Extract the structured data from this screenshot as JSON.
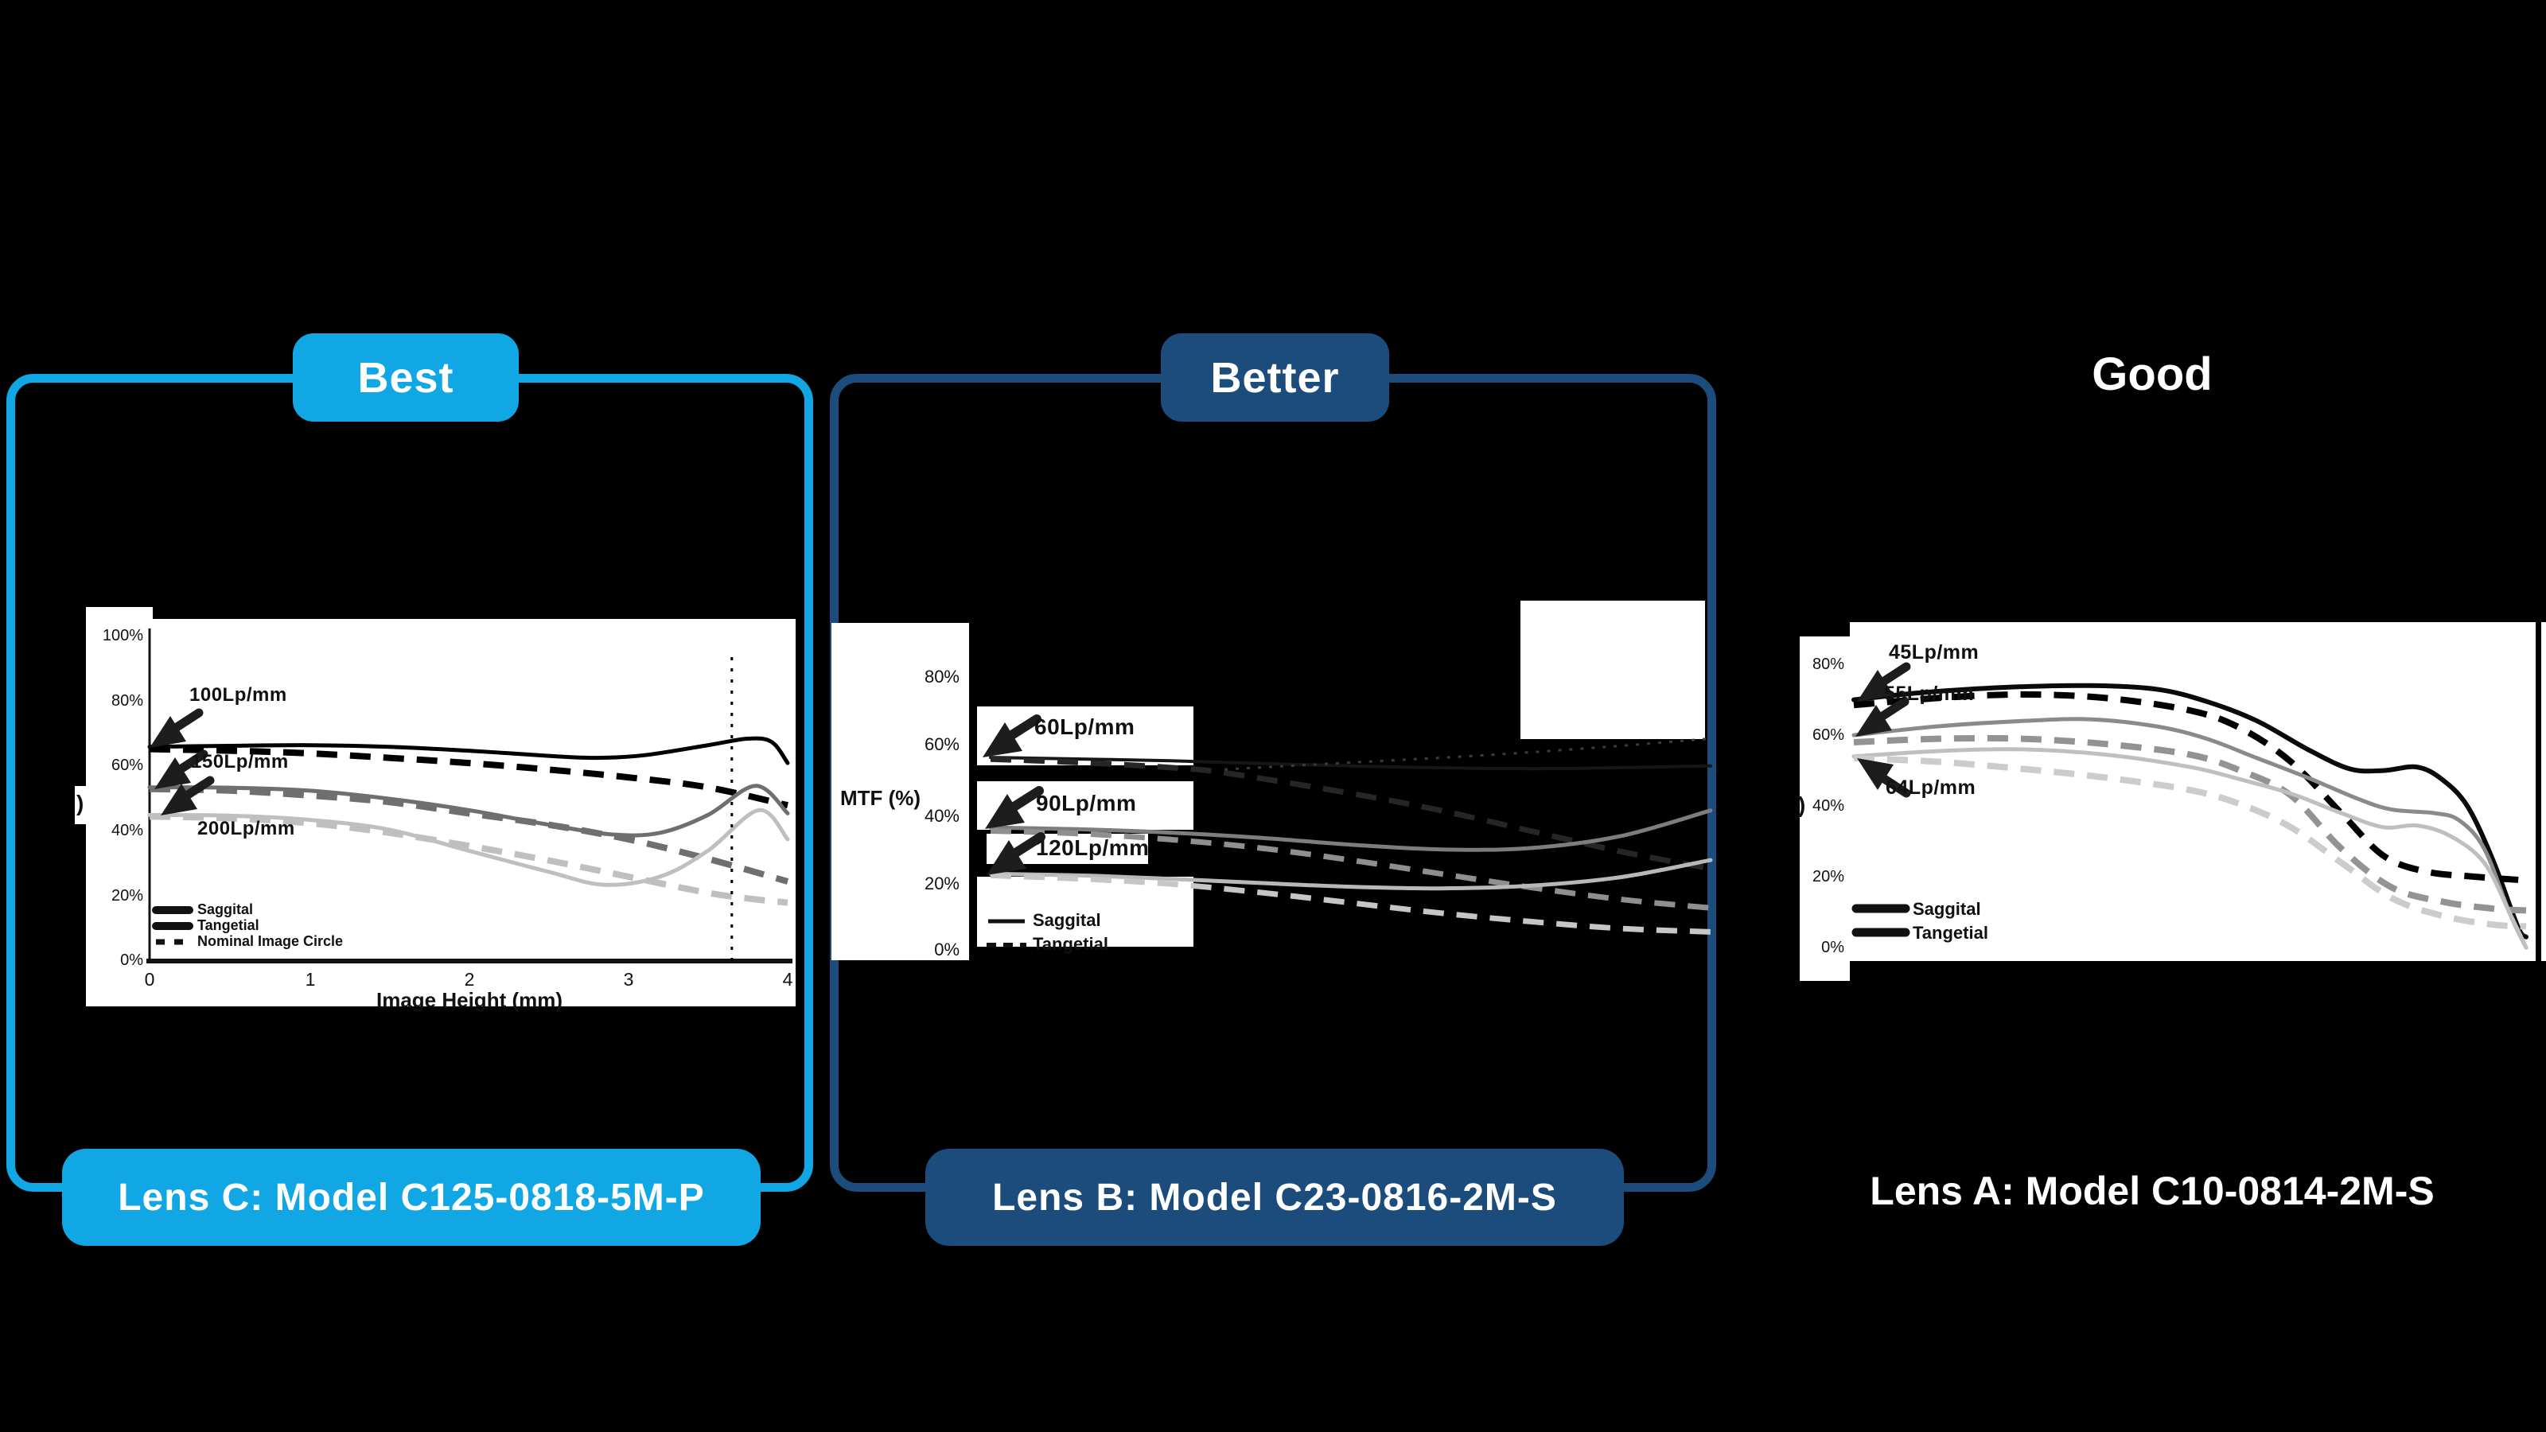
{
  "colors": {
    "light_blue": "#10A7E4",
    "navy": "#1C4C7C",
    "black": "#000000",
    "white": "#ffffff"
  },
  "groups": {
    "best": {
      "badge": "Best",
      "pill": "Lens C: Model C125-0818-5M-P"
    },
    "better": {
      "badge": "Better",
      "pill": "Lens B: Model C23-0816-2M-S"
    },
    "good": {
      "title": "Good",
      "caption": "Lens A: Model C10-0814-2M-S"
    }
  },
  "chart_data": [
    {
      "id": "lens_c_mtf",
      "type": "line",
      "title": "",
      "xlabel": "Image Height (mm)",
      "ylabel_fragment": ")",
      "x_range": [
        0,
        4
      ],
      "ylim": [
        0,
        100
      ],
      "grid": false,
      "legend_position": "lower-left",
      "yticks": [
        "100%",
        "80%",
        "60%",
        "40%",
        "20%",
        "0%"
      ],
      "xticks": [
        "0",
        "1",
        "2",
        "3",
        "4"
      ],
      "annotations": [
        "100Lp/mm",
        "150Lp/mm",
        "200Lp/mm"
      ],
      "legend": [
        "Saggital",
        "Tangetial",
        "Nominal Image Circle"
      ],
      "series": [
        {
          "name": "100Lp/mm Saggital",
          "color": "#000000",
          "dash": "solid",
          "width": 5,
          "x": [
            0,
            0.5,
            1,
            1.5,
            2,
            2.5,
            2.8,
            3.1,
            3.5,
            3.75,
            3.9,
            4
          ],
          "y": [
            66,
            66.3,
            66.5,
            66,
            64.8,
            63.2,
            62.6,
            63.4,
            66.5,
            68.5,
            67.5,
            61
          ]
        },
        {
          "name": "100Lp/mm Tangetial",
          "color": "#000000",
          "dash": "dashed",
          "width": 8,
          "x": [
            0,
            0.5,
            1,
            1.5,
            2,
            2.5,
            3,
            3.5,
            4
          ],
          "y": [
            65.3,
            64.8,
            64,
            62.6,
            61,
            59,
            56.6,
            53.5,
            48
          ]
        },
        {
          "name": "150Lp/mm Saggital",
          "color": "#6f6f6f",
          "dash": "solid",
          "width": 5,
          "x": [
            0,
            0.5,
            1,
            1.5,
            2,
            2.5,
            2.9,
            3.2,
            3.5,
            3.8,
            4
          ],
          "y": [
            53.5,
            53.4,
            52.5,
            50,
            46.5,
            42,
            39,
            39.5,
            45,
            54,
            45.5
          ]
        },
        {
          "name": "150Lp/mm Tangetial",
          "color": "#6f6f6f",
          "dash": "dashed",
          "width": 8,
          "x": [
            0,
            0.5,
            1,
            1.5,
            2,
            2.5,
            3,
            3.5,
            4
          ],
          "y": [
            53,
            52.5,
            51,
            49,
            45.5,
            42,
            37.5,
            31.5,
            24.5
          ]
        },
        {
          "name": "200Lp/mm Saggital",
          "color": "#bfbfbf",
          "dash": "solid",
          "width": 5,
          "x": [
            0,
            0.5,
            1,
            1.5,
            2,
            2.5,
            2.85,
            3.2,
            3.5,
            3.82,
            4
          ],
          "y": [
            45,
            44.8,
            43.5,
            40.5,
            34,
            27.5,
            23.5,
            26,
            34,
            46.5,
            37.5
          ]
        },
        {
          "name": "200Lp/mm Tangetial",
          "color": "#bfbfbf",
          "dash": "dashed",
          "width": 8,
          "x": [
            0,
            0.5,
            1,
            1.5,
            2,
            2.5,
            3,
            3.5,
            3.8,
            4
          ],
          "y": [
            44.5,
            44,
            42.5,
            39.5,
            35.5,
            31,
            26,
            21,
            19,
            18
          ]
        },
        {
          "name": "Nominal Image Circle",
          "color": "#000000",
          "dash": "dotted",
          "width": 3,
          "x": [
            3.65,
            3.65
          ],
          "y": [
            0,
            96
          ]
        }
      ]
    },
    {
      "id": "lens_b_mtf",
      "type": "line",
      "title": "",
      "xlabel": "",
      "ylabel": "MTF (%)",
      "x_range": [
        0,
        4
      ],
      "ylim": [
        0,
        100
      ],
      "grid": false,
      "legend_position": "lower-left",
      "yticks": [
        "80%",
        "60%",
        "40%",
        "20%",
        "0%"
      ],
      "annotations": [
        "60Lp/mm",
        "90Lp/mm",
        "120Lp/mm"
      ],
      "legend": [
        "Saggital",
        "Tangetial"
      ],
      "series": [
        {
          "name": "60Lp/mm Saggital",
          "color": "#161616",
          "dash": "solid",
          "width": 4,
          "x": [
            0,
            1,
            2,
            3,
            4
          ],
          "y": [
            56.5,
            55.5,
            54,
            53.2,
            54
          ]
        },
        {
          "name": "60Lp/mm Tangetial",
          "color": "#262626",
          "dash": "dashed",
          "width": 7,
          "x": [
            0,
            0.5,
            1,
            1.3,
            2,
            2.5,
            3,
            3.5,
            4
          ],
          "y": [
            56,
            55,
            53.5,
            52,
            46,
            41,
            35,
            29,
            24
          ]
        },
        {
          "name": "60Lp/mm rising dotted",
          "color": "#3c3c3c",
          "dash": "dotted",
          "width": 3,
          "x": [
            1.3,
            2,
            2.7,
            3.4,
            4
          ],
          "y": [
            53,
            55,
            57,
            59.5,
            62
          ]
        },
        {
          "name": "90Lp/mm Saggital",
          "color": "#7d7d7d",
          "dash": "solid",
          "width": 5,
          "x": [
            0,
            0.5,
            1,
            1.5,
            2,
            2.5,
            3,
            3.5,
            4
          ],
          "y": [
            36,
            35.5,
            34.5,
            33,
            31,
            29.6,
            30,
            33.5,
            41
          ]
        },
        {
          "name": "90Lp/mm Tangetial",
          "color": "#8f8f8f",
          "dash": "dashed",
          "width": 7,
          "x": [
            0,
            0.5,
            1,
            1.5,
            2,
            2.5,
            3,
            3.5,
            4
          ],
          "y": [
            35,
            34.2,
            32.5,
            30,
            26.5,
            22.5,
            18.5,
            15,
            12.5
          ]
        },
        {
          "name": "120Lp/mm Saggital",
          "color": "#b8b8b8",
          "dash": "solid",
          "width": 5,
          "x": [
            0,
            0.5,
            1,
            1.5,
            2,
            2.5,
            3,
            3.5,
            4
          ],
          "y": [
            22.5,
            22,
            21,
            19.8,
            18.7,
            18.2,
            19,
            21.5,
            26.5
          ]
        },
        {
          "name": "120Lp/mm Tangetial",
          "color": "#c6c6c6",
          "dash": "dashed",
          "width": 7,
          "x": [
            0,
            0.5,
            1,
            1.5,
            2,
            2.5,
            3,
            3.5,
            4
          ],
          "y": [
            22,
            21,
            19.5,
            17,
            14,
            11,
            8.5,
            6.5,
            5.5
          ]
        }
      ]
    },
    {
      "id": "lens_a_mtf",
      "type": "line",
      "title": "",
      "xlabel": "",
      "ylabel_fragment": ")",
      "x_range": [
        0,
        4
      ],
      "ylim": [
        0,
        100
      ],
      "grid": false,
      "legend_position": "lower-left",
      "yticks": [
        "80%",
        "60%",
        "40%",
        "20%",
        "0%"
      ],
      "annotations": [
        "45Lp/mm",
        "55Lp/mm",
        "64Lp/mm"
      ],
      "legend": [
        "Saggital",
        "Tangetial"
      ],
      "series": [
        {
          "name": "45Lp/mm Saggital",
          "color": "#0a0a0a",
          "dash": "solid",
          "width": 6,
          "x": [
            0,
            0.4,
            0.9,
            1.4,
            1.8,
            2.1,
            2.4,
            2.7,
            2.95,
            3.15,
            3.35,
            3.5,
            3.65,
            3.8,
            3.95,
            4
          ],
          "y": [
            72,
            74,
            75.5,
            76,
            75,
            71.5,
            66,
            58,
            52.5,
            52,
            53,
            49.5,
            42,
            27,
            8,
            5
          ]
        },
        {
          "name": "45Lp/mm Tangetial",
          "color": "#000000",
          "dash": "dashed",
          "width": 8,
          "x": [
            0,
            0.5,
            1,
            1.5,
            2,
            2.3,
            2.6,
            2.9,
            3.15,
            3.4,
            3.7,
            4
          ],
          "y": [
            70.5,
            72.5,
            73.5,
            72.5,
            69,
            64,
            54.5,
            40,
            28,
            23.5,
            22,
            21
          ]
        },
        {
          "name": "55Lp/mm Saggital",
          "color": "#8a8a8a",
          "dash": "solid",
          "width": 5,
          "x": [
            0,
            0.5,
            1,
            1.4,
            1.8,
            2.1,
            2.4,
            2.7,
            3,
            3.2,
            3.45,
            3.6,
            3.75,
            3.9,
            4
          ],
          "y": [
            62,
            64.5,
            66,
            66.5,
            64.5,
            61,
            55.5,
            50,
            44,
            41,
            40,
            38,
            30,
            12,
            2
          ]
        },
        {
          "name": "55Lp/mm Tangetial",
          "color": "#939393",
          "dash": "dashed",
          "width": 8,
          "x": [
            0,
            0.5,
            1,
            1.5,
            2,
            2.3,
            2.6,
            2.9,
            3.2,
            3.5,
            3.8,
            4
          ],
          "y": [
            60,
            61,
            61,
            59.5,
            56.5,
            52,
            45,
            30,
            19,
            15,
            13,
            12.5
          ]
        },
        {
          "name": "64Lp/mm Saggital",
          "color": "#bfbfbf",
          "dash": "solid",
          "width": 5,
          "x": [
            0,
            0.5,
            1,
            1.5,
            2,
            2.3,
            2.6,
            2.9,
            3.15,
            3.35,
            3.55,
            3.75,
            3.9,
            4
          ],
          "y": [
            56,
            57.5,
            58,
            56.5,
            53,
            49.5,
            45.5,
            40,
            36,
            36.5,
            33.5,
            26,
            12,
            2
          ]
        },
        {
          "name": "64Lp/mm Tangetial",
          "color": "#cccccc",
          "dash": "dashed",
          "width": 8,
          "x": [
            0,
            0.5,
            1,
            1.5,
            2,
            2.3,
            2.6,
            2.9,
            3.2,
            3.5,
            3.8,
            4
          ],
          "y": [
            55.5,
            54.5,
            52.5,
            50,
            46.5,
            42.5,
            36,
            26,
            16,
            11,
            8.5,
            8
          ]
        }
      ]
    }
  ]
}
